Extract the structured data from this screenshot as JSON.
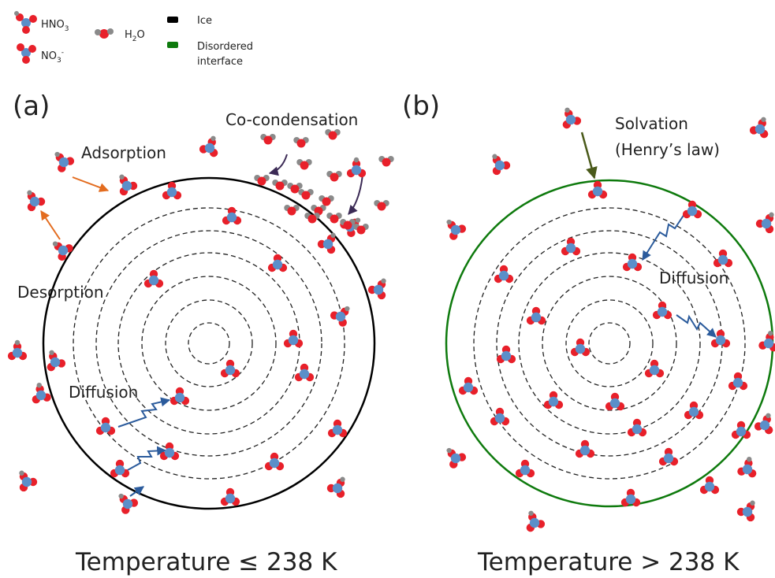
{
  "legend": {
    "hno3": {
      "main": "HNO",
      "sub": "3"
    },
    "h2o": {
      "main": "H",
      "sub": "2",
      "tail": "O"
    },
    "ice": "Ice",
    "no3": {
      "main": "NO",
      "sub": "3",
      "sup": "-"
    },
    "interface_line1": "Disordered",
    "interface_line2": "interface"
  },
  "colors": {
    "ice_surface": "#000000",
    "disordered_interface": "#0e7a0d",
    "nitrogen": "#5b8fc9",
    "oxygen": "#e8202a",
    "hydrogen": "#8a8a8a",
    "process_arrow": "#e36c1f",
    "condensation_arrow": "#3b2a55",
    "diffusion_arrow": "#2b5b9c",
    "solvation_arrow": "#4a5a1a"
  },
  "panel_a": {
    "letter": "(a)",
    "co_condensation": "Co-condensation",
    "adsorption": "Adsorption",
    "desorption": "Desorption",
    "diffusion": "Diffusion",
    "temperature": "Temperature ≤ 238 K"
  },
  "panel_b": {
    "letter": "(b)",
    "solvation_line1": "Solvation",
    "solvation_line2": "(Henry’s law)",
    "diffusion": "Diffusion",
    "temperature": "Temperature > 238 K"
  }
}
